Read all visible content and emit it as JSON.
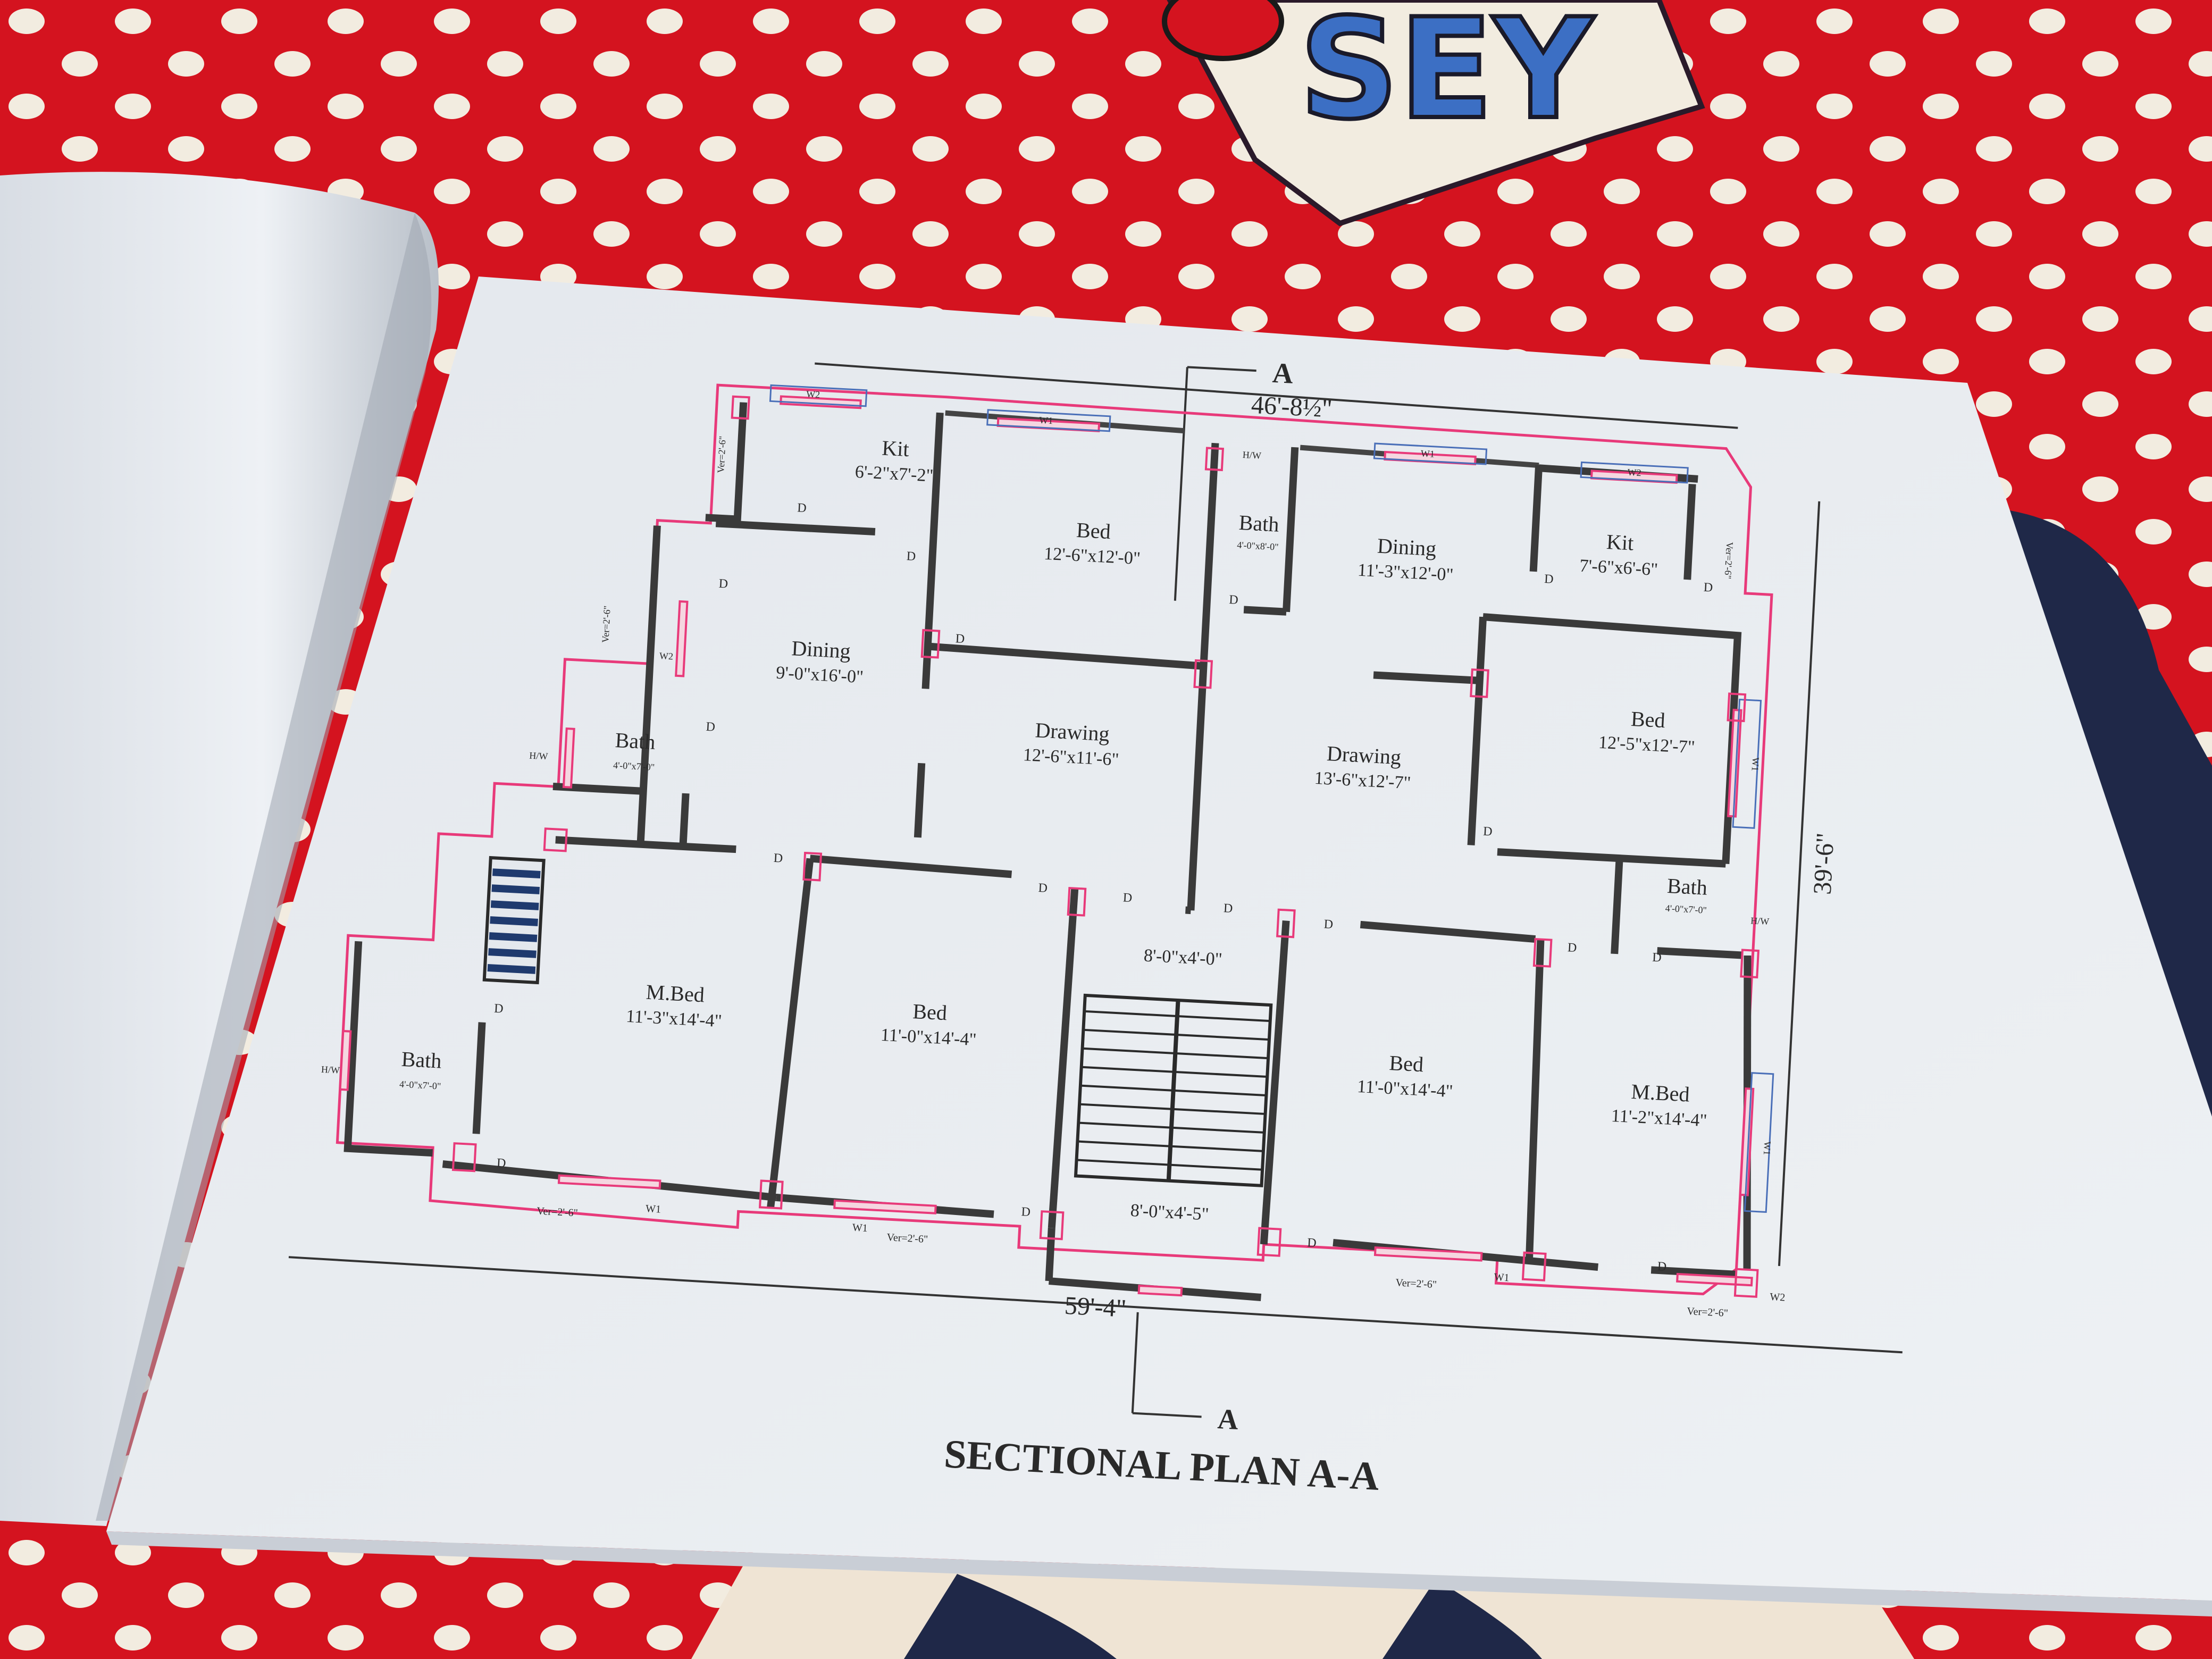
{
  "colors": {
    "bedsheet": "#d4131f",
    "dot": "#f2ece0",
    "paper": "#e9edf1",
    "wall": "#3a3a3a",
    "pink": "#e83a7a",
    "blue": "#4a6fb8"
  },
  "bedsheet_letters": "SEY",
  "plan": {
    "title": "SECTIONAL PLAN A-A",
    "section_mark": "A",
    "dim_top": "46'-8½\"",
    "dim_bottom": "59'-4\"",
    "dim_right": "39'-6\"",
    "door_label": "D",
    "rooms": [
      {
        "name": "Kit",
        "size": "6'-2\"x7'-2\""
      },
      {
        "name": "Bed",
        "size": "12'-6\"x12'-0\""
      },
      {
        "name": "Bath",
        "size": "4'-0\"x8'-0\""
      },
      {
        "name": "Dining",
        "size": "11'-3\"x12'-0\""
      },
      {
        "name": "Kit",
        "size": "7'-6\"x6'-6\""
      },
      {
        "name": "Dining",
        "size": "9'-0\"x16'-0\""
      },
      {
        "name": "Drawing",
        "size": "12'-6\"x11'-6\""
      },
      {
        "name": "Drawing",
        "size": "13'-6\"x12'-7\""
      },
      {
        "name": "Bed",
        "size": "12'-5\"x12'-7\""
      },
      {
        "name": "Bath",
        "size": "4'-0\"x7'-0\""
      },
      {
        "name": "Bath",
        "size": "4'-0\"x7'-0\""
      },
      {
        "name": "M.Bed",
        "size": "11'-3\"x14'-4\""
      },
      {
        "name": "Bed",
        "size": "11'-0\"x14'-4\""
      },
      {
        "name": "Bed",
        "size": "11'-0\"x14'-4\""
      },
      {
        "name": "M.Bed",
        "size": "11'-2\"x14'-4\""
      },
      {
        "name": "Bath",
        "size": "4'-0\"x7'-0\""
      }
    ],
    "stair_landing_top": "8'-0\"x4'-0\"",
    "stair_landing_bottom": "8'-0\"x4'-5\"",
    "labels": {
      "w1": "W1",
      "w2": "W2",
      "hw": "H/W",
      "ver": "Ver=2'-6\""
    }
  }
}
